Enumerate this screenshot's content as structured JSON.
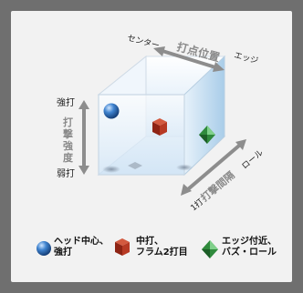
{
  "axes": {
    "position": {
      "label": "打点位置",
      "left_end": "センター",
      "right_end": "エッジ"
    },
    "strength": {
      "label": "打撃強度",
      "top_end": "強打",
      "bottom_end": "弱打"
    },
    "interval": {
      "label": "打撃間隔",
      "near_end": "1打",
      "far_end": "ロール"
    }
  },
  "legend": [
    {
      "icon": "blue-sphere-icon",
      "line1": "ヘッド中心、",
      "line2": "強打"
    },
    {
      "icon": "red-cube-icon",
      "line1": "中打、",
      "line2": "フラム2打目"
    },
    {
      "icon": "green-diamond-icon",
      "line1": "エッジ付近、",
      "line2": "バズ・ロール"
    }
  ],
  "colors": {
    "sphere": "#2f6fb8",
    "cube": "#a52a1c",
    "diamond": "#2f8a3c",
    "arrow": "#8d8d8d",
    "background": "#f2f2f2",
    "frame": "#6f6f6f"
  }
}
